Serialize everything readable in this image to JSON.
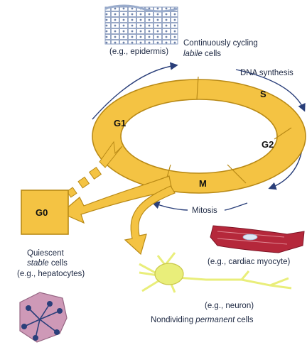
{
  "colors": {
    "cycle_fill": "#f4c343",
    "cycle_stroke": "#b98a16",
    "arrow_line": "#2a3f7a",
    "text": "#1f2a44",
    "muscle": "#b5283b",
    "neuron": "#e9ee7a",
    "hepatocyte": "#c98fb0"
  },
  "phases": {
    "g1": "G1",
    "s": "S",
    "g2": "G2",
    "m": "M",
    "g0": "G0"
  },
  "labels": {
    "epidermis_example": "(e.g., epidermis)",
    "labile_line1": "Continuously cycling",
    "labile_word": "labile",
    "labile_rest": " cells",
    "dna_synthesis": "DNA synthesis",
    "mitosis": "Mitosis",
    "quiescent": "Quiescent",
    "stable_word": "stable",
    "stable_rest": " cells",
    "hepatocytes_example": "(e.g., hepatocytes)",
    "cardiac_example": "(e.g., cardiac myocyte)",
    "neuron_example": "(e.g., neuron)",
    "nondividing_pre": "Nondividing ",
    "permanent_word": "permanent",
    "permanent_rest": " cells"
  }
}
